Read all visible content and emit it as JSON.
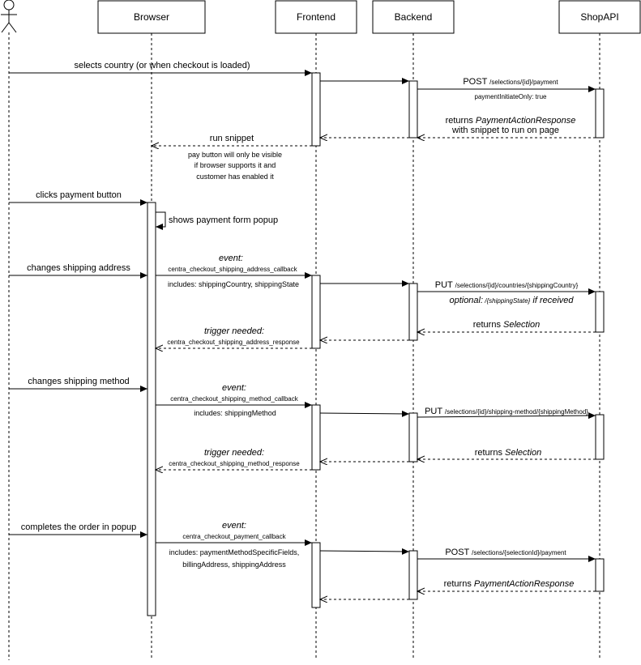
{
  "participants": {
    "actor": "",
    "browser": "Browser",
    "frontend": "Frontend",
    "backend": "Backend",
    "shopapi": "ShopAPI"
  },
  "messages": {
    "m1": "selects country (or when checkout is loaded)",
    "m2_verb": "POST ",
    "m2_path": "/selections/{id}/payment",
    "m2_sub": "paymentInitiateOnly: true",
    "m3_pre": "returns ",
    "m3_em": "PaymentActionResponse",
    "m3_line2": "with snippet to run on page",
    "m4": "run snippet",
    "m4_note": [
      "pay button will only be visible",
      "if browser supports it and",
      "customer has enabled it"
    ],
    "m5": "clicks payment button",
    "m6": "shows payment form popup",
    "m7": "changes shipping address",
    "m8_event": "event:",
    "m8_name": "centra_checkout_shipping_address_callback",
    "m8_includes": "includes: shippingCountry, shippingState",
    "m9_verb": "PUT ",
    "m9_path": "/selections/{id}/countries/{shippingCountry}",
    "m9_opt": "optional:",
    "m9_opt_path": " /{shippingState}",
    "m9_opt_tail": " if received",
    "m10_pre": "returns ",
    "m10_em": "Selection",
    "m11_trigger": "trigger needed:",
    "m11_name": "centra_checkout_shipping_address_response",
    "m12": "changes shipping method",
    "m13_event": "event:",
    "m13_name": "centra_checkout_shipping_method_callback",
    "m13_includes": "includes: shippingMethod",
    "m14_verb": "PUT ",
    "m14_path": "/selections/{id}/shipping-method/{shippingMethod}",
    "m15_pre": "returns ",
    "m15_em": "Selection",
    "m16_trigger": "trigger needed:",
    "m16_name": "centra_checkout_shipping_method_response",
    "m17": "completes the order in popup",
    "m18_event": "event:",
    "m18_name": "centra_checkout_payment_callback",
    "m18_includes_1": "includes: paymentMethodSpecificFields,",
    "m18_includes_2": "billingAddress, shippingAddress",
    "m19_verb": "POST ",
    "m19_path": "/selections/{selectionId}/payment",
    "m20_pre": "returns ",
    "m20_em": "PaymentActionResponse"
  }
}
